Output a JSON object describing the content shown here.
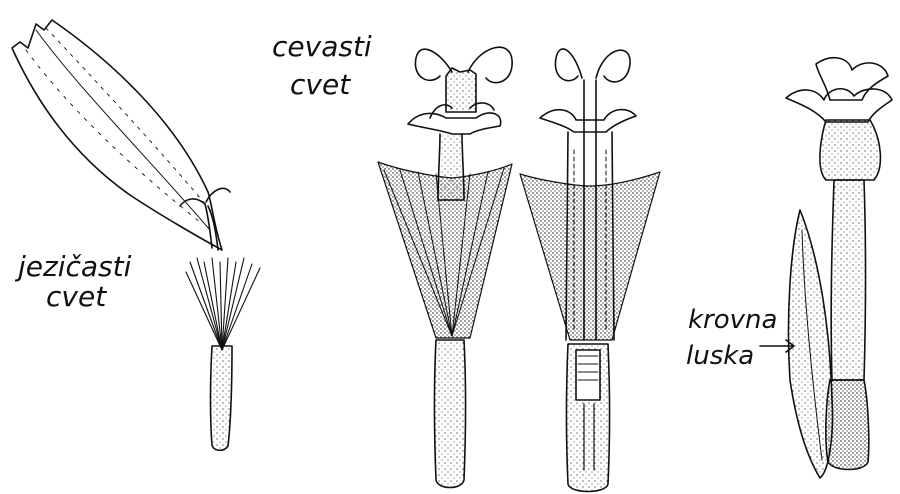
{
  "labels": {
    "ray_floret_line1": "jezičasti",
    "ray_floret_line2": "cvet",
    "tube_floret_line1": "cevasti",
    "tube_floret_line2": "cvet",
    "scale_line1": "krovna",
    "scale_line2": "luska"
  },
  "colors": {
    "ink": "#111111",
    "paper": "#ffffff"
  }
}
